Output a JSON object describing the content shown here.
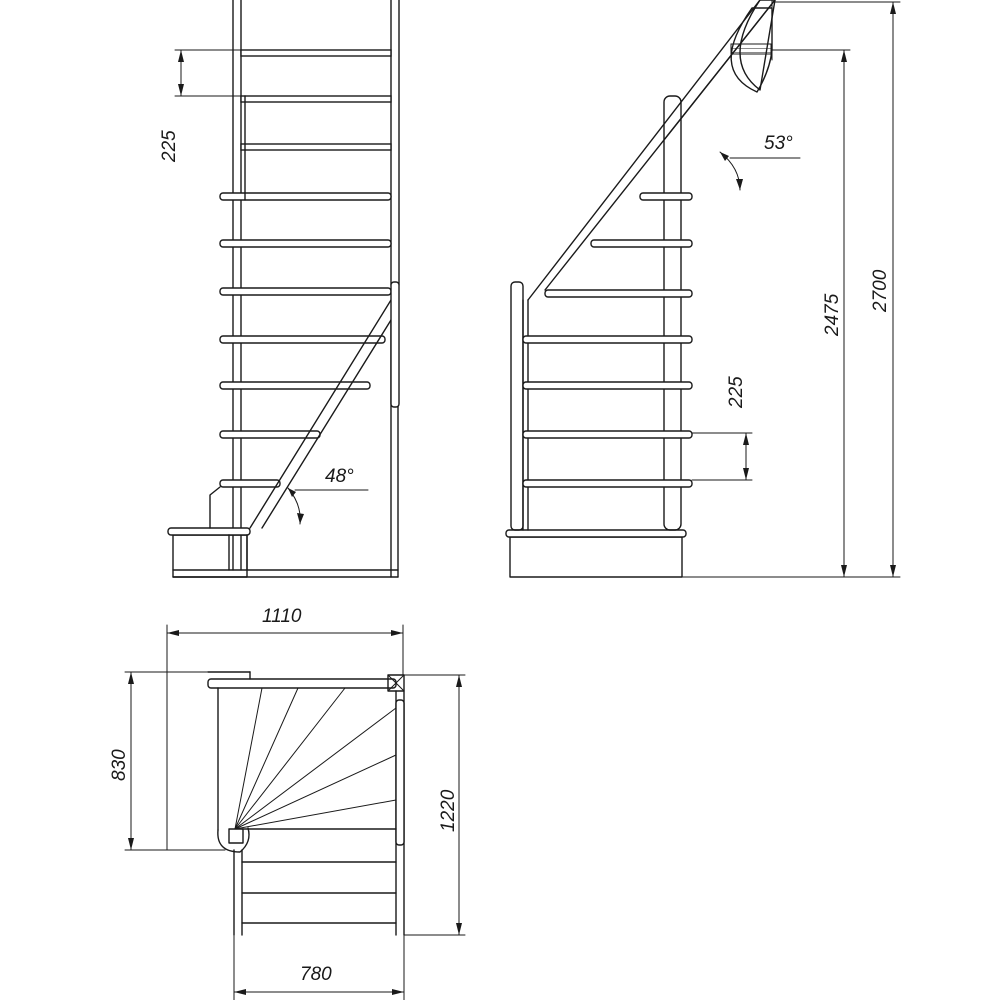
{
  "views": {
    "front": {
      "dimensions": {
        "step_height": "225",
        "angle": "48°"
      }
    },
    "side": {
      "dimensions": {
        "step_height": "225",
        "angle": "53°",
        "floor_height": "2475",
        "total_height": "2700"
      }
    },
    "plan": {
      "dimensions": {
        "total_width": "1110",
        "depth_left": "830",
        "depth_right": "1220",
        "bottom_width": "780"
      }
    }
  },
  "colors": {
    "line": "#1a1a1a",
    "background": "#ffffff"
  }
}
